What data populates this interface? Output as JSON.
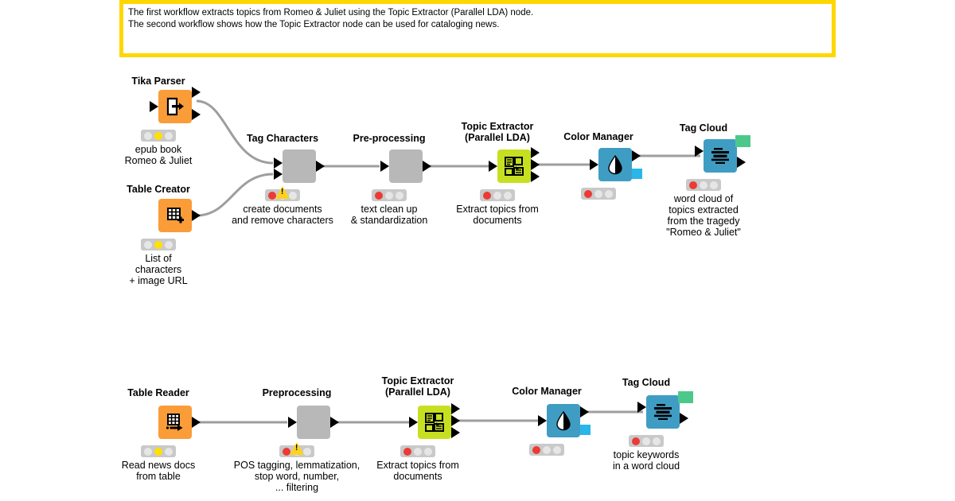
{
  "annotation": {
    "name": "workflow-annotation",
    "border_color": "#ffd700",
    "lines": [
      "The first workflow extracts topics from Romeo & Juliet using the Topic Extractor (Parallel LDA) node.",
      "The second workflow shows how the Topic Extractor node can be used for cataloging news."
    ]
  },
  "palette": {
    "orange": "#fa9c38",
    "gray": "#b8b8b8",
    "green": "#c6e021",
    "blue": "#3f9dc4",
    "cyan_port": "#29b6e8",
    "green_flag": "#4cc98a",
    "led_red": "#ec3a35",
    "led_yellow": "#ffe000",
    "led_off": "#e6e6e6",
    "status_bg": "#c9c9c9",
    "wire": "#9e9e9e"
  },
  "workflows": [
    {
      "id": "workflow-1",
      "nodes": [
        {
          "id": "tika-parser",
          "title": "Tika Parser",
          "title_lines": [
            "Tika Parser"
          ],
          "desc_lines": [
            "epub book",
            "Romeo & Juliet"
          ],
          "color": "orange",
          "icon": "document-export-icon",
          "leds": [
            "off",
            "yellow",
            "off"
          ],
          "warning": false
        },
        {
          "id": "table-creator",
          "title": "Table Creator",
          "title_lines": [
            "Table Creator"
          ],
          "desc_lines": [
            "List of",
            "characters",
            "+ image URL"
          ],
          "color": "orange",
          "icon": "table-plus-icon",
          "leds": [
            "off",
            "yellow",
            "off"
          ],
          "warning": false
        },
        {
          "id": "tag-characters",
          "title": "Tag Characters",
          "title_lines": [
            "Tag Characters"
          ],
          "desc_lines": [
            "create documents",
            "and remove characters"
          ],
          "color": "gray",
          "icon": "metanode-icon",
          "leds": [
            "red",
            "warn",
            "off"
          ],
          "warning": true
        },
        {
          "id": "pre-processing",
          "title": "Pre-processing",
          "title_lines": [
            "Pre-processing"
          ],
          "desc_lines": [
            "text clean up",
            "& standardization"
          ],
          "color": "gray",
          "icon": "metanode-icon",
          "leds": [
            "red",
            "off",
            "off"
          ],
          "warning": false
        },
        {
          "id": "topic-extractor-1",
          "title": "Topic Extractor (Parallel LDA)",
          "title_lines": [
            "Topic Extractor",
            "(Parallel LDA)"
          ],
          "desc_lines": [
            "Extract topics from",
            "documents"
          ],
          "color": "green",
          "icon": "topic-extractor-icon",
          "leds": [
            "red",
            "off",
            "off"
          ],
          "warning": false
        },
        {
          "id": "color-manager-1",
          "title": "Color Manager",
          "title_lines": [
            "Color Manager"
          ],
          "desc_lines": [],
          "color": "blue",
          "icon": "droplet-icon",
          "leds": [
            "red",
            "off",
            "off"
          ],
          "warning": false
        },
        {
          "id": "tag-cloud-1",
          "title": "Tag Cloud",
          "title_lines": [
            "Tag Cloud"
          ],
          "desc_lines": [
            "word cloud of",
            "topics extracted",
            "from the tragedy",
            "\"Romeo & Juliet\""
          ],
          "color": "blue",
          "icon": "tag-cloud-icon",
          "leds": [
            "red",
            "off",
            "off"
          ],
          "warning": false
        }
      ]
    },
    {
      "id": "workflow-2",
      "nodes": [
        {
          "id": "table-reader",
          "title": "Table Reader",
          "title_lines": [
            "Table Reader"
          ],
          "desc_lines": [
            "Read news docs",
            "from table"
          ],
          "color": "orange",
          "icon": "table-read-icon",
          "leds": [
            "off",
            "yellow",
            "off"
          ],
          "warning": false
        },
        {
          "id": "preprocessing-2",
          "title": "Preprocessing",
          "title_lines": [
            "Preprocessing"
          ],
          "desc_lines": [
            "POS tagging, lemmatization,",
            "stop word, number,",
            "... filtering"
          ],
          "color": "gray",
          "icon": "metanode-icon",
          "leds": [
            "red",
            "warn",
            "off"
          ],
          "warning": true
        },
        {
          "id": "topic-extractor-2",
          "title": "Topic Extractor (Parallel LDA)",
          "title_lines": [
            "Topic Extractor",
            "(Parallel LDA)"
          ],
          "desc_lines": [
            "Extract topics from",
            "documents"
          ],
          "color": "green",
          "icon": "topic-extractor-icon",
          "leds": [
            "red",
            "off",
            "off"
          ],
          "warning": false
        },
        {
          "id": "color-manager-2",
          "title": "Color Manager",
          "title_lines": [
            "Color Manager"
          ],
          "desc_lines": [],
          "color": "blue",
          "icon": "droplet-icon",
          "leds": [
            "red",
            "off",
            "off"
          ],
          "warning": false
        },
        {
          "id": "tag-cloud-2",
          "title": "Tag Cloud",
          "title_lines": [
            "Tag Cloud"
          ],
          "desc_lines": [
            "topic keywords",
            "in a word cloud"
          ],
          "color": "blue",
          "icon": "tag-cloud-icon",
          "leds": [
            "red",
            "off",
            "off"
          ],
          "warning": false
        }
      ]
    }
  ]
}
